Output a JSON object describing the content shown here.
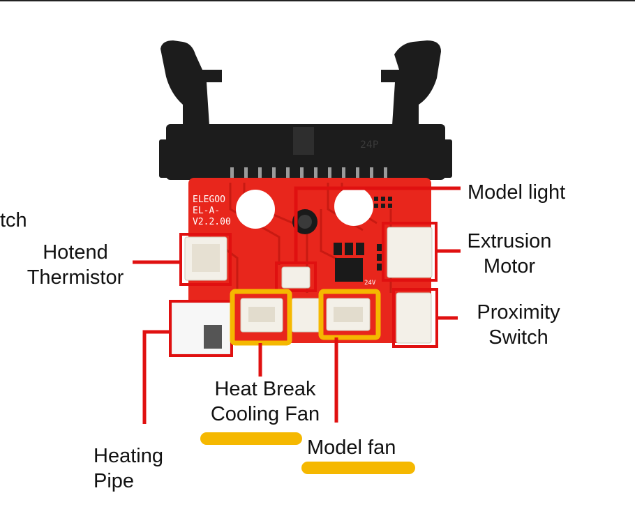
{
  "labels": {
    "partial_left": "tch",
    "hotend_thermistor": [
      "Hotend",
      "Thermistor"
    ],
    "model_light": "Model light",
    "extrusion_motor": [
      "Extrusion",
      "Motor"
    ],
    "proximity_switch": [
      "Proximity",
      "Switch"
    ],
    "heat_break_cooling_fan": [
      "Heat Break",
      "Cooling Fan"
    ],
    "model_fan": "Model fan",
    "heating_pipe": [
      "Heating",
      "Pipe"
    ]
  },
  "board_silkscreen": {
    "brand": "ELEGOO",
    "model": "EL-A-",
    "version": "V2.2.00",
    "connector_marking": "24P",
    "voltage_marking": "24V"
  },
  "colors": {
    "pcb": "#e8261c",
    "callout_red": "#e01010",
    "highlight_yellow": "#f5b800",
    "connector_black": "#1c1c1c"
  }
}
